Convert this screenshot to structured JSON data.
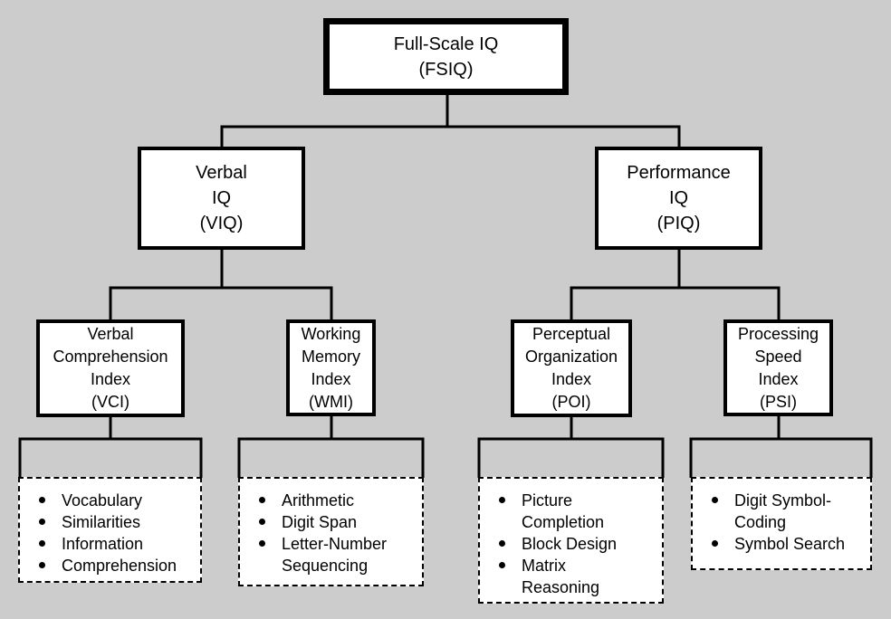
{
  "colors": {
    "background": "#cccccc",
    "line": "#000000",
    "box_fill": "#ffffff",
    "text": "#000000"
  },
  "nodes": {
    "fsiq": {
      "label": "Full-Scale IQ\n(FSIQ)"
    },
    "viq": {
      "label": "Verbal\nIQ\n(VIQ)"
    },
    "piq": {
      "label": "Performance\nIQ\n(PIQ)"
    },
    "vci": {
      "label": "Verbal\nComprehension\nIndex\n(VCI)"
    },
    "wmi": {
      "label": "Working\nMemory\nIndex\n(WMI)"
    },
    "poi": {
      "label": "Perceptual\nOrganization\nIndex\n(POI)"
    },
    "psi": {
      "label": "Processing\nSpeed\nIndex\n(PSI)"
    }
  },
  "subtest_lists": {
    "vci": [
      "Vocabulary",
      "Similarities",
      "Information",
      "Comprehension"
    ],
    "wmi": [
      "Arithmetic",
      "Digit Span",
      "Letter-Number\nSequencing"
    ],
    "poi": [
      "Picture\nCompletion",
      "Block Design",
      "Matrix\nReasoning"
    ],
    "psi": [
      "Digit Symbol-\nCoding",
      "Symbol Search"
    ]
  }
}
